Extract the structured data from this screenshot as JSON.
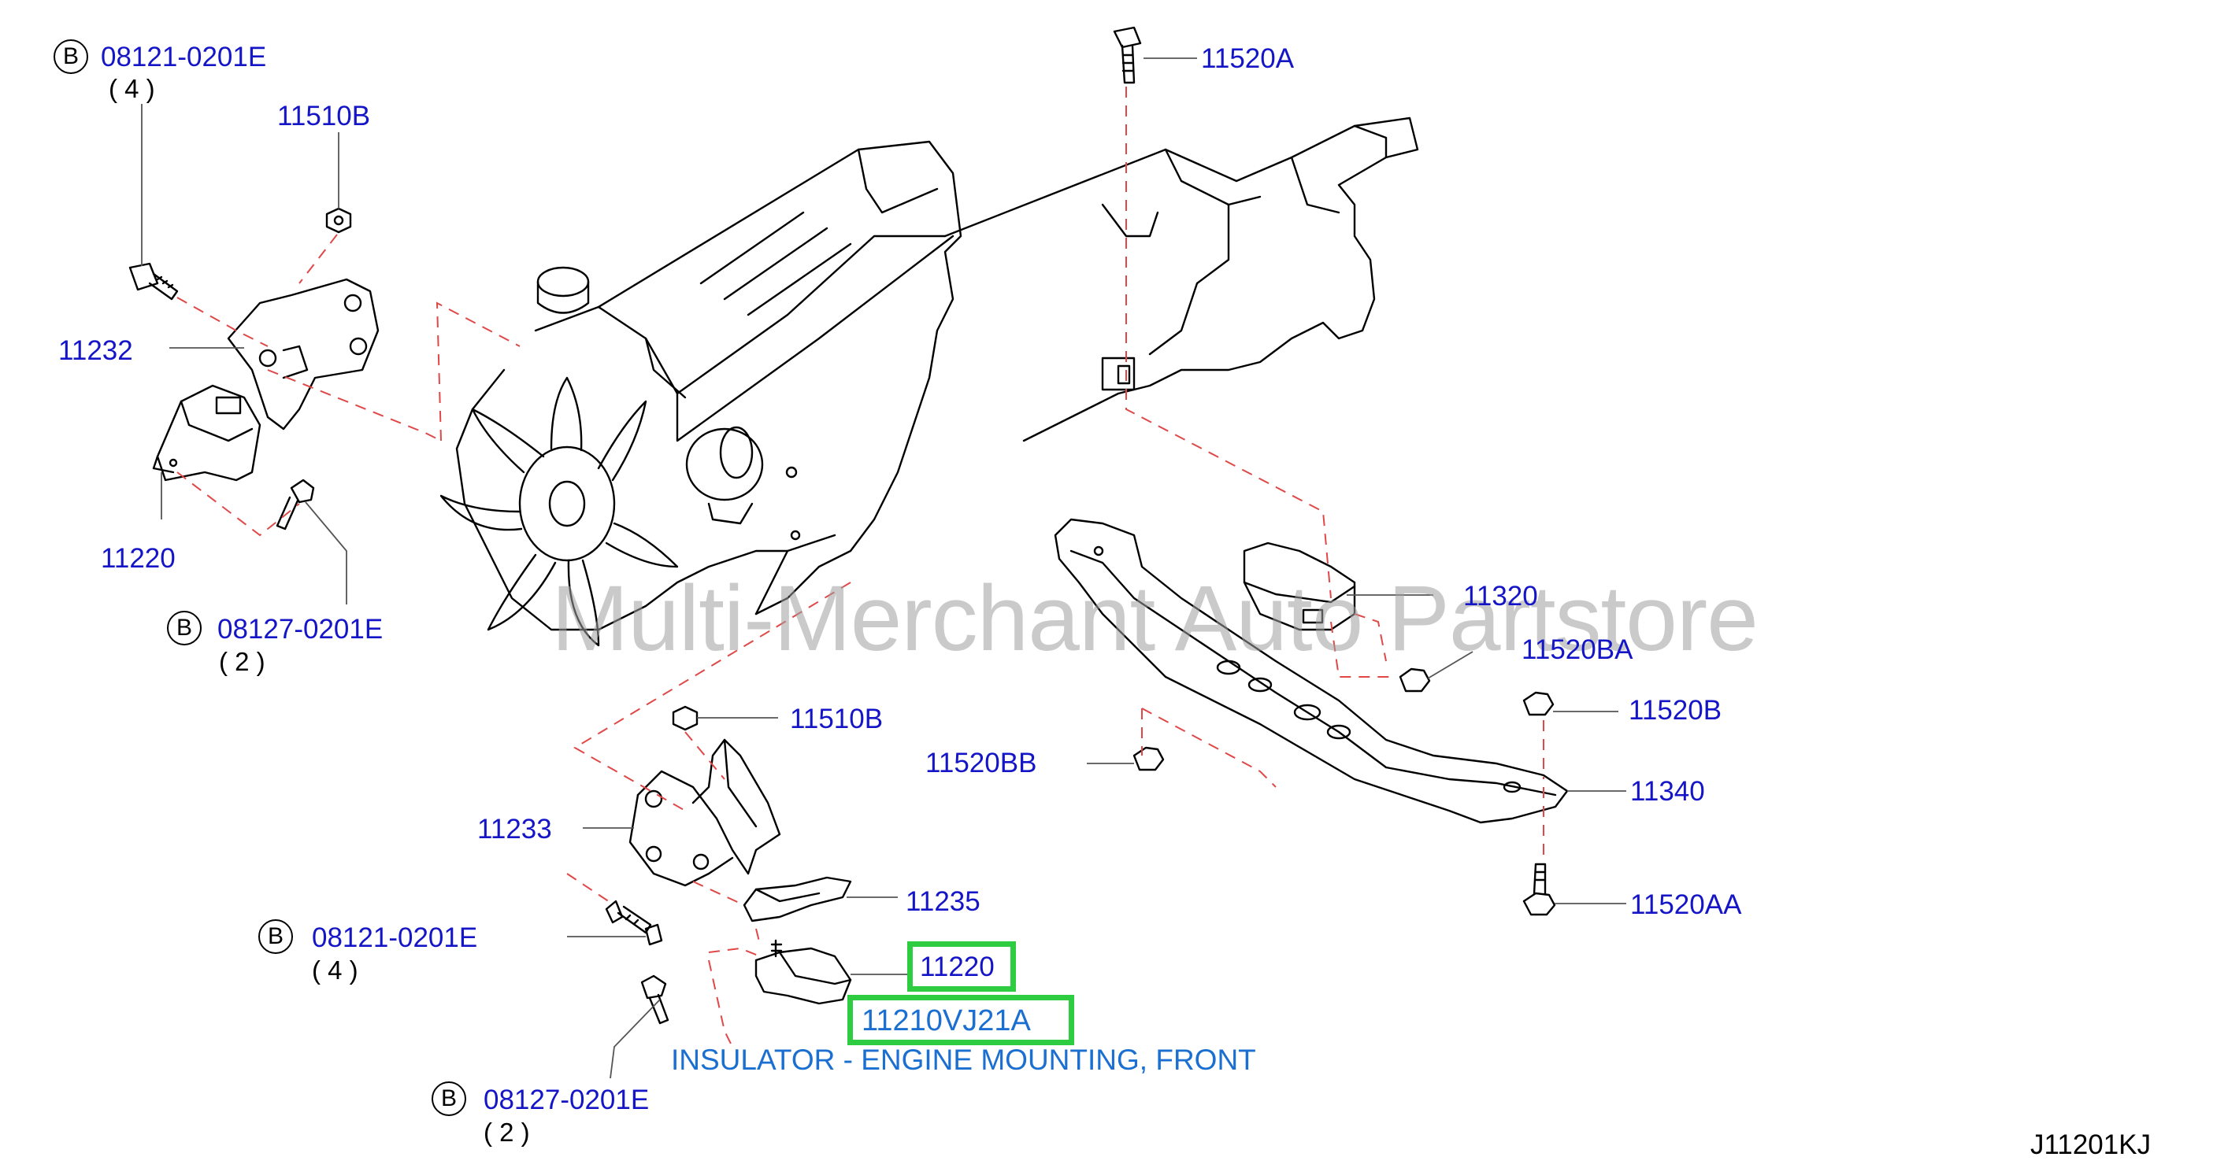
{
  "colors": {
    "label": "#1515c8",
    "leader": "#555555",
    "dash": "#e04848",
    "highlight": "#2ecc40",
    "description": "#1a6fd0",
    "line": "#000000"
  },
  "diagram": {
    "watermark": "Multi-Merchant Auto Partstore",
    "diagram_code": "J11201KJ",
    "bolt_badge": "B",
    "description": "INSULATOR - ENGINE MOUNTING, FRONT",
    "highlighted_part": "11220",
    "highlighted_number": "11210VJ21A",
    "callouts": {
      "c_08121_top": {
        "label": "08121-0201E",
        "qty": "( 4 )"
      },
      "c_11510b_top": {
        "label": "11510B"
      },
      "c_11232": {
        "label": "11232"
      },
      "c_11220_left": {
        "label": "11220"
      },
      "c_08127_top": {
        "label": "08127-0201E",
        "qty": "( 2 )"
      },
      "c_11520a": {
        "label": "11520A"
      },
      "c_11320": {
        "label": "11320"
      },
      "c_11520ba": {
        "label": "11520BA"
      },
      "c_11520b": {
        "label": "11520B"
      },
      "c_11520bb": {
        "label": "11520BB"
      },
      "c_11340": {
        "label": "11340"
      },
      "c_11520aa": {
        "label": "11520AA"
      },
      "c_11510b_bot": {
        "label": "11510B"
      },
      "c_11233": {
        "label": "11233"
      },
      "c_11235": {
        "label": "11235"
      },
      "c_08121_bot": {
        "label": "08121-0201E",
        "qty": "( 4 )"
      },
      "c_08127_bot": {
        "label": "08127-0201E",
        "qty": "( 2 )"
      }
    }
  }
}
